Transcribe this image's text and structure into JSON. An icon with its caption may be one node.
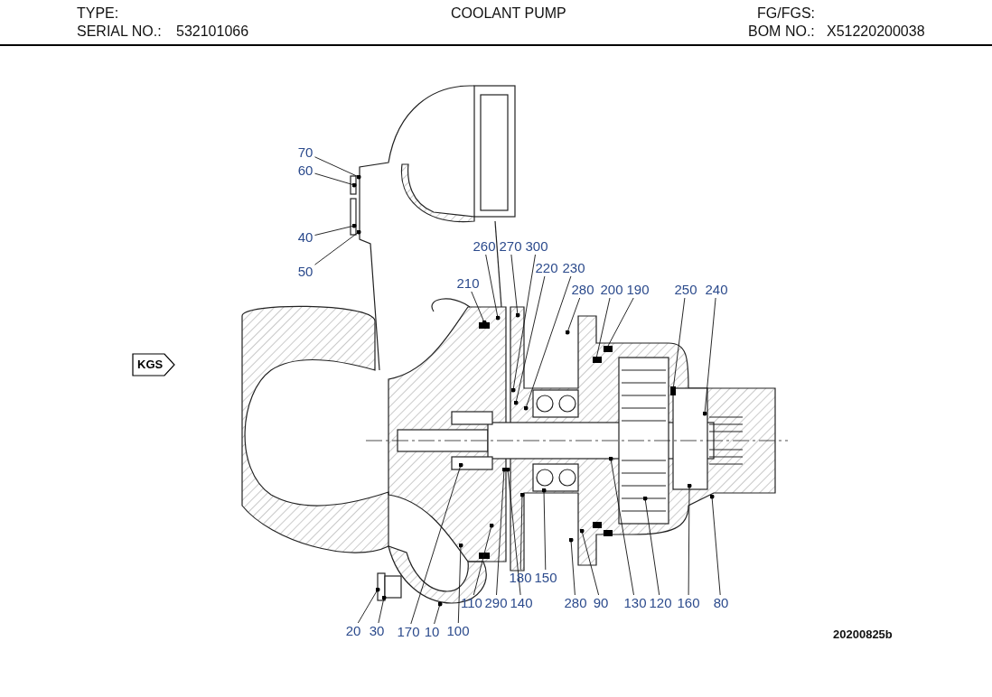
{
  "diagram": {
    "title": "COOLANT PUMP",
    "nodes": [
      {
        "text": [
          "70"
        ]
      },
      {
        "text": [
          "60"
        ]
      },
      {
        "text": [
          "40"
        ]
      },
      {
        "text": [
          "50"
        ]
      },
      {
        "text": [
          "260"
        ]
      },
      {
        "text": [
          "270"
        ]
      },
      {
        "text": [
          "300"
        ]
      },
      {
        "text": [
          "220"
        ]
      },
      {
        "text": [
          "230"
        ]
      },
      {
        "text": [
          "210"
        ]
      },
      {
        "text": [
          "280"
        ]
      },
      {
        "text": [
          "200"
        ]
      },
      {
        "text": [
          "190"
        ]
      },
      {
        "text": [
          "250"
        ]
      },
      {
        "text": [
          "240"
        ]
      },
      {
        "text": [
          "KGS"
        ]
      },
      {
        "text": [
          "180"
        ]
      },
      {
        "text": [
          "150"
        ]
      },
      {
        "text": [
          "110"
        ]
      },
      {
        "text": [
          "290"
        ]
      },
      {
        "text": [
          "140"
        ]
      },
      {
        "text": [
          "280"
        ]
      },
      {
        "text": [
          "90"
        ]
      },
      {
        "text": [
          "130"
        ]
      },
      {
        "text": [
          "120"
        ]
      },
      {
        "text": [
          "160"
        ]
      },
      {
        "text": [
          "80"
        ]
      },
      {
        "text": [
          "20"
        ]
      },
      {
        "text": [
          "30"
        ]
      },
      {
        "text": [
          "170"
        ]
      },
      {
        "text": [
          "10"
        ]
      },
      {
        "text": [
          "100"
        ]
      }
    ],
    "edges": [
      {
        "from": 0,
        "to": null,
        "arrow": "other"
      },
      {
        "from": 1,
        "to": null,
        "arrow": "other"
      },
      {
        "from": 2,
        "to": null,
        "arrow": "other"
      },
      {
        "from": 3,
        "to": null,
        "arrow": "other"
      },
      {
        "from": 4,
        "to": null,
        "arrow": "other"
      },
      {
        "from": 5,
        "to": null,
        "arrow": "other"
      },
      {
        "from": 6,
        "to": null,
        "arrow": "other"
      },
      {
        "from": 7,
        "to": null,
        "arrow": "other"
      },
      {
        "from": 8,
        "to": null,
        "arrow": "other"
      },
      {
        "from": 9,
        "to": null,
        "arrow": "other"
      },
      {
        "from": 10,
        "to": null,
        "arrow": "other"
      },
      {
        "from": 11,
        "to": null,
        "arrow": "other"
      },
      {
        "from": 12,
        "to": null,
        "arrow": "other"
      },
      {
        "from": 13,
        "to": null,
        "arrow": "other"
      },
      {
        "from": 14,
        "to": null,
        "arrow": "other"
      },
      {
        "from": 16,
        "to": null,
        "arrow": "other"
      },
      {
        "from": 17,
        "to": null,
        "arrow": "other"
      },
      {
        "from": 18,
        "to": null,
        "arrow": "other"
      },
      {
        "from": 19,
        "to": null,
        "arrow": "other"
      },
      {
        "from": 20,
        "to": null,
        "arrow": "other"
      },
      {
        "from": 21,
        "to": null,
        "arrow": "other"
      },
      {
        "from": 22,
        "to": null,
        "arrow": "other"
      },
      {
        "from": 23,
        "to": null,
        "arrow": "other"
      },
      {
        "from": 24,
        "to": null,
        "arrow": "other"
      },
      {
        "from": 25,
        "to": null,
        "arrow": "other"
      },
      {
        "from": 26,
        "to": null,
        "arrow": "other"
      },
      {
        "from": 27,
        "to": null,
        "arrow": "other"
      },
      {
        "from": 28,
        "to": null,
        "arrow": "other"
      },
      {
        "from": 29,
        "to": null,
        "arrow": "other"
      },
      {
        "from": 30,
        "to": null,
        "arrow": "other"
      },
      {
        "from": 31,
        "to": null,
        "arrow": "other"
      }
    ],
    "labels": [
      "TYPE:",
      "FG/FGS:",
      "SERIAL NO.:",
      "532101066",
      "BOM NO.:",
      "X51220200038",
      "20200825b"
    ]
  }
}
